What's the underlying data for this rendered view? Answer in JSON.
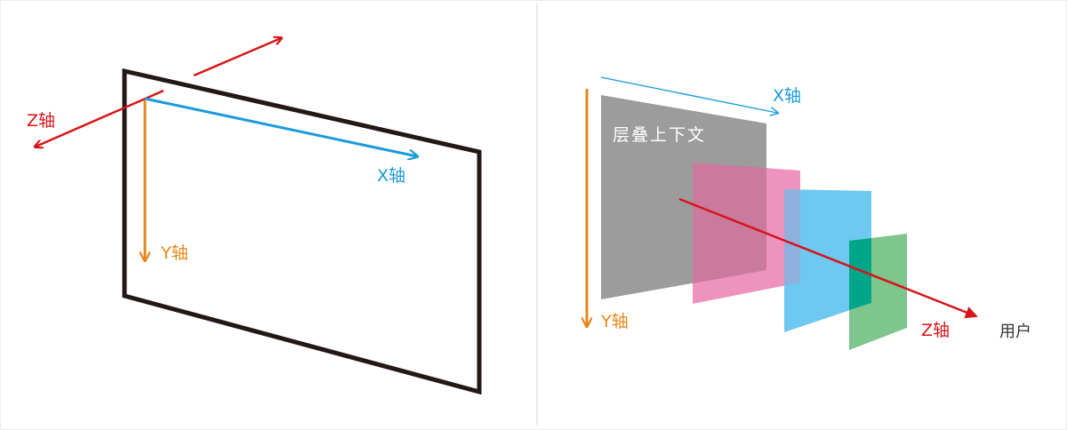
{
  "colors": {
    "background": "#ffffff",
    "border": "#e8e8e8",
    "frame": "#231815",
    "red": "#d7141a",
    "blue": "#1d9bd9",
    "orange": "#e5871a",
    "gray_layer": "#9c9c9c",
    "pink_layer": "#ee93bd",
    "cyan_layer": "#6fc8ef",
    "green_layer": "#7fc58e",
    "teal_overlap": "#00a68a"
  },
  "left_panel": {
    "z_label": "Z轴",
    "x_label": "X轴",
    "y_label": "Y轴"
  },
  "right_panel": {
    "x_label": "X轴",
    "y_label": "Y轴",
    "z_label": "Z轴",
    "stack_label": "层叠上下文",
    "user_label": "用户"
  }
}
